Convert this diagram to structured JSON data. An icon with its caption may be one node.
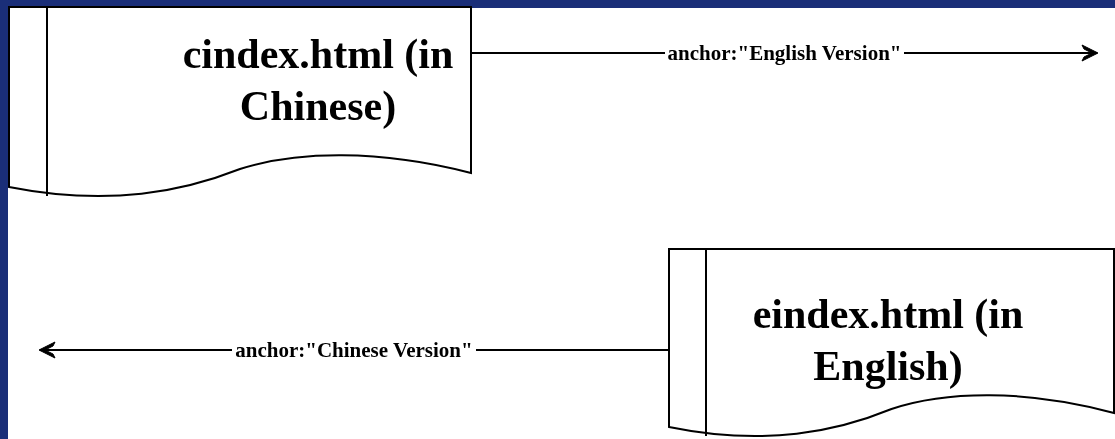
{
  "diagram": {
    "nodes": [
      {
        "text": [
          "cindex.html (in Chinese)"
        ]
      },
      {
        "text": [
          "eindex.html (in English)"
        ]
      }
    ],
    "edges": [
      {
        "from": 0,
        "to": null,
        "arrow": "to",
        "label": "anchor:\"English Version\""
      },
      {
        "from": 1,
        "to": null,
        "arrow": "to",
        "label": "anchor:\"Chinese Version\""
      }
    ]
  }
}
